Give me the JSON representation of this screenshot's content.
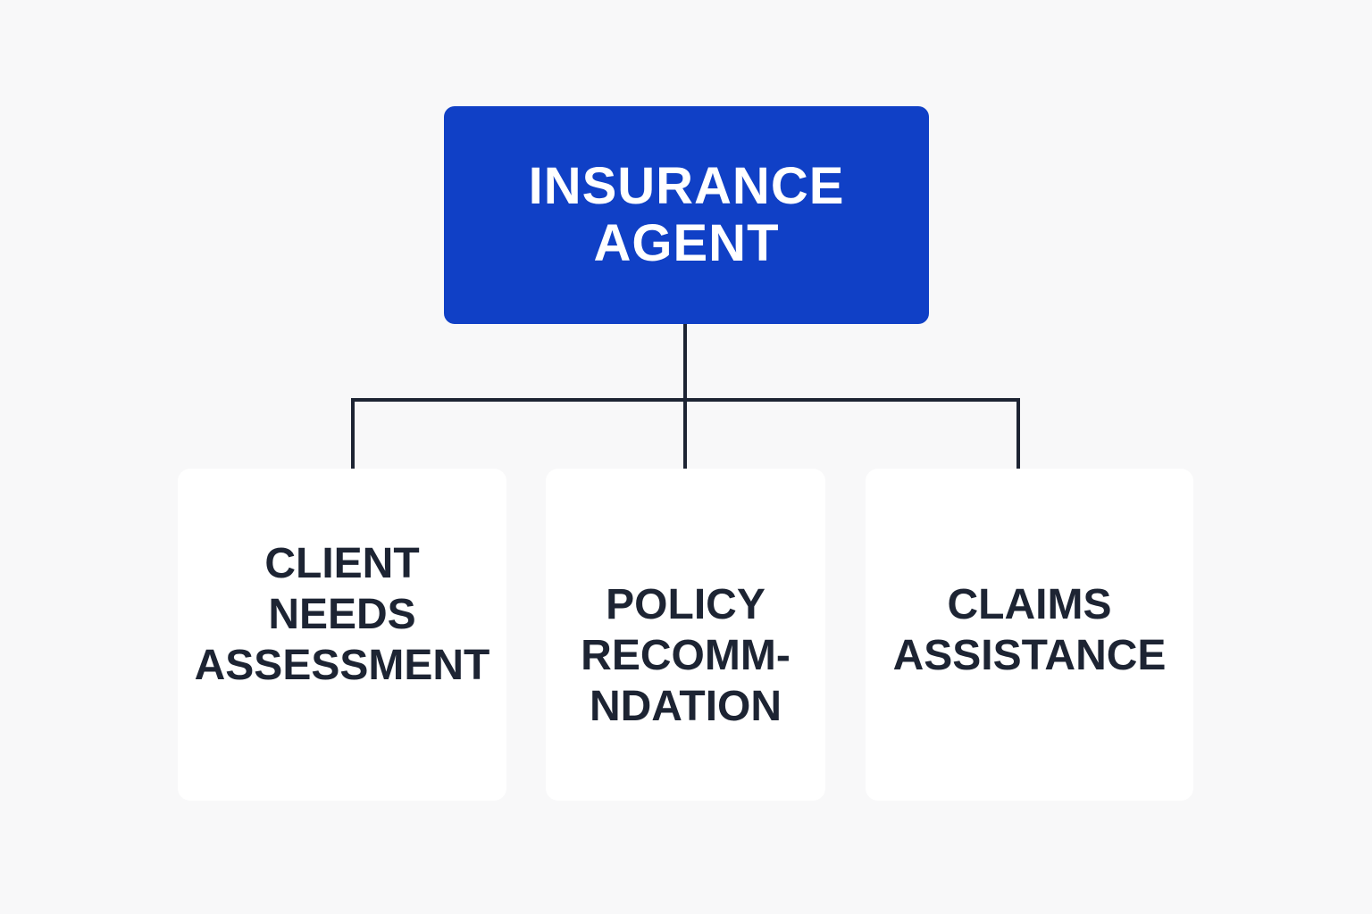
{
  "diagram": {
    "title": "Insurance agent role hierarchy",
    "root": {
      "lines": [
        "INSURANCE",
        "AGENT"
      ],
      "color": "#1040c6",
      "text_color": "#ffffff"
    },
    "children": [
      {
        "lines": [
          "CLIENT",
          "NEEDS",
          "ASSESSMENT"
        ]
      },
      {
        "lines": [
          "POLICY",
          "RECOMM-",
          "NDATION"
        ]
      },
      {
        "lines": [
          "CLAIMS",
          "ASSISTANCE"
        ]
      }
    ],
    "connector_color": "#1d2433",
    "background_color": "#f8f8f9"
  }
}
